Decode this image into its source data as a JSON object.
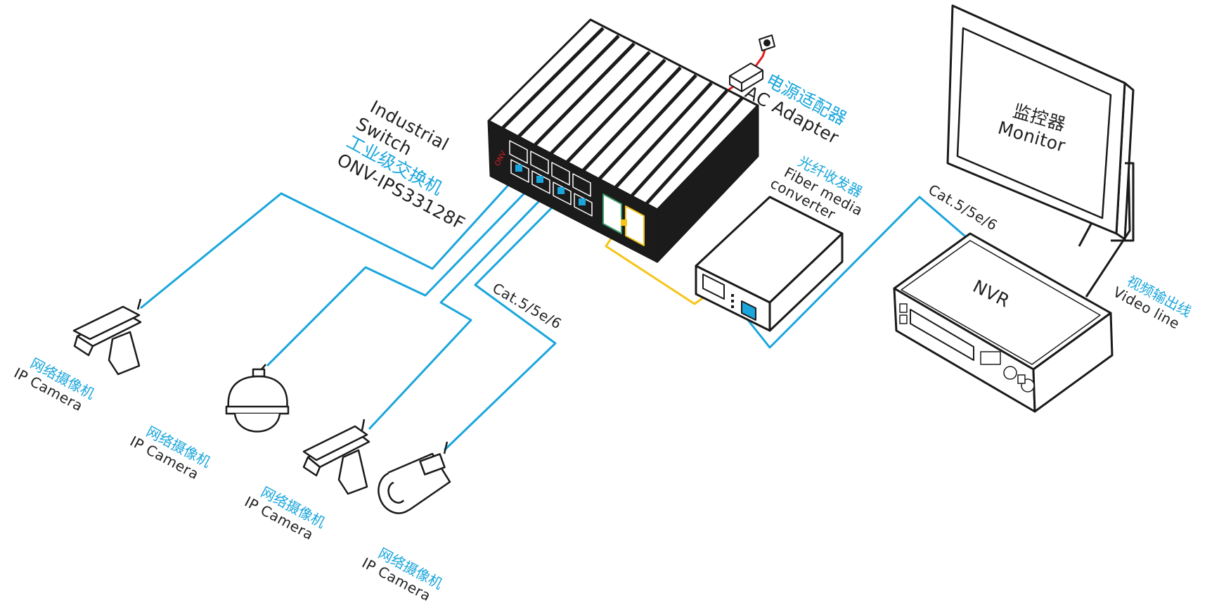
{
  "switch": {
    "label_en_1": "Industrial",
    "label_en_2": "Switch",
    "label_cn": "工业级交换机",
    "model": "ONV-IPS33128F"
  },
  "adapter": {
    "label_cn": "电源适配器",
    "label_en": "AC Adapter"
  },
  "fiber": {
    "label_cn": "光纤收发器",
    "label_en_1": "Fiber media",
    "label_en_2": "converter"
  },
  "monitor": {
    "label_cn": "监控器",
    "label_en": "Monitor"
  },
  "nvr": {
    "label": "NVR"
  },
  "video_line": {
    "label_cn": "视频输出线",
    "label_en": "Video line"
  },
  "cable_left": {
    "label": "Cat.5/5e/6"
  },
  "cable_right": {
    "label": "Cat.5/5e/6"
  },
  "cameras": [
    {
      "label_cn": "网络摄像机",
      "label_en": "IP Camera"
    },
    {
      "label_cn": "网络摄像机",
      "label_en": "IP Camera"
    },
    {
      "label_cn": "网络摄像机",
      "label_en": "IP Camera"
    },
    {
      "label_cn": "网络摄像机",
      "label_en": "IP Camera"
    }
  ],
  "colors": {
    "ethernet_cable": "#1aa6dc",
    "fiber_cable": "#f5c518",
    "power_cable": "#e02020",
    "outline": "#1a1a1a"
  }
}
